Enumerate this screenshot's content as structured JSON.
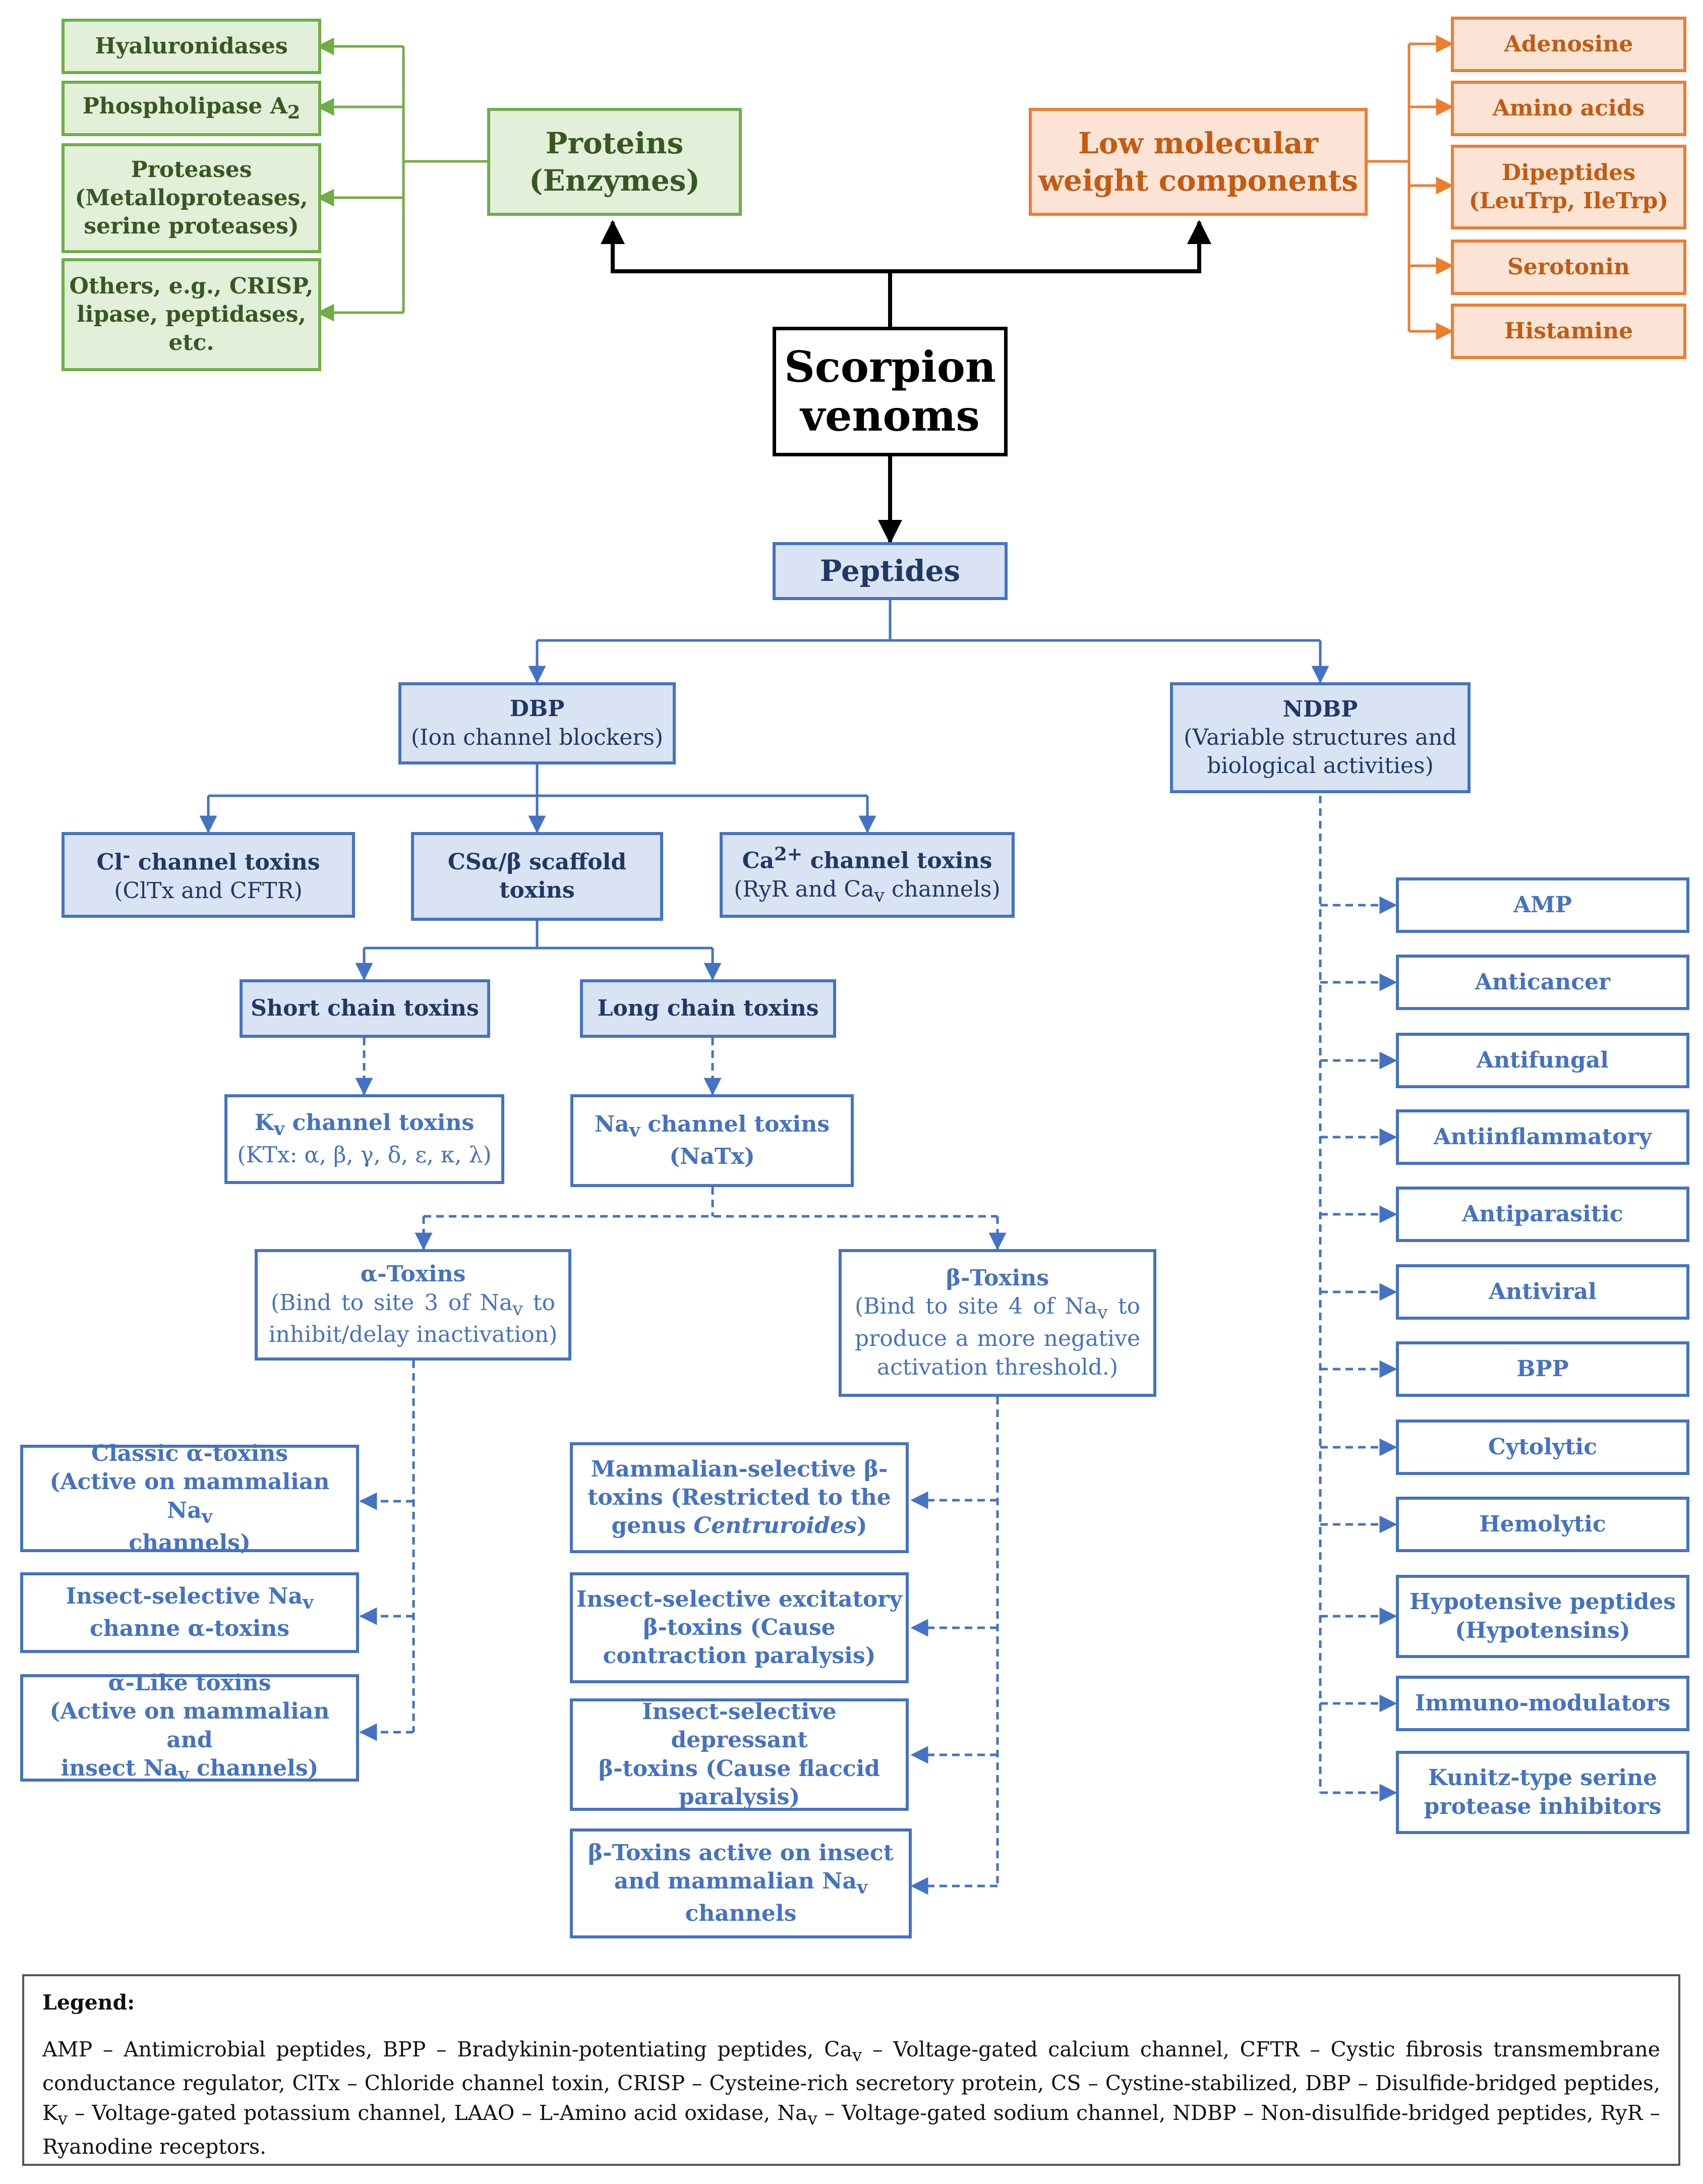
{
  "center": {
    "l1": "Scorpion",
    "l2": "venoms"
  },
  "proteins": {
    "title": {
      "l1": "Proteins",
      "l2": "(Enzymes)"
    },
    "items": {
      "hyaluronidases": "Hyaluronidases",
      "phospholipase": {
        "text": "Phospholipase A",
        "sub": "2"
      },
      "proteases": {
        "l1": "Proteases",
        "l2": "(Metalloproteases,",
        "l3": "serine proteases)"
      },
      "others": {
        "l1": "Others, e.g., CRISP,",
        "l2": "lipase, peptidases,",
        "l3": "etc."
      }
    }
  },
  "low_mw": {
    "title": {
      "l1": "Low molecular",
      "l2": "weight components"
    },
    "items": {
      "adenosine": "Adenosine",
      "amino_acids": "Amino acids",
      "dipeptides": {
        "l1": "Dipeptides",
        "l2": "(LeuTrp, IleTrp)"
      },
      "serotonin": "Serotonin",
      "histamine": "Histamine"
    }
  },
  "peptides": {
    "title": "Peptides",
    "dbp": {
      "title": "DBP",
      "subtitle": "(Ion channel blockers)"
    },
    "ndbp": {
      "title": "NDBP",
      "subtitle_l1": "(Variable structures and",
      "subtitle_l2": "biological activities)"
    },
    "cl": {
      "pre": "Cl",
      "sup": "-",
      "post": " channel toxins",
      "l2": "(ClTx and CFTR)"
    },
    "cs": {
      "l1": "CSα/β scaffold",
      "l2": "toxins"
    },
    "ca": {
      "pre": "Ca",
      "sup": "2+",
      "post": " channel toxins",
      "l2a": "(RyR and Ca",
      "l2sub": "v",
      "l2b": " channels)"
    },
    "short_chain": "Short chain toxins",
    "long_chain": "Long chain toxins",
    "kv": {
      "pre": "K",
      "sub": "v",
      "post": " channel toxins",
      "l2": "(KTx: α, β, γ, δ, ε, κ, λ)"
    },
    "nav": {
      "pre": "Na",
      "sub": "v",
      "post": " channel toxins",
      "l2": "(NaTx)"
    },
    "alpha": {
      "title": "α-Toxins",
      "l2a": "(Bind to site 3 of Na",
      "l2sub": "v",
      "l2b": " to",
      "l3": "inhibit/delay inactivation)"
    },
    "beta": {
      "title": "β-Toxins",
      "l2a": "(Bind to site 4 of Na",
      "l2sub": "v",
      "l2b": " to",
      "l3": "produce a more negative",
      "l4": "activation threshold.)"
    },
    "alpha_children": {
      "classic": {
        "l1": "Classic α-toxins",
        "l2a": "(Active on mammalian Na",
        "l2sub": "v",
        "l3": "channels)"
      },
      "insect": {
        "l1a": "Insect-selective Na",
        "l1sub": "v",
        "l2": "channe α-toxins"
      },
      "like": {
        "l1": "α-Like toxins",
        "l2": "(Active on mammalian and",
        "l3a": "insect Na",
        "l3sub": "v",
        "l3b": " channels)"
      }
    },
    "beta_children": {
      "mammalian": {
        "l1": "Mammalian-selective β-",
        "l2": "toxins (Restricted to the",
        "l3a": "genus ",
        "l3i": "Centruroides",
        "l3b": ")"
      },
      "excitatory": {
        "l1": "Insect-selective excitatory",
        "l2": "β-toxins (Cause",
        "l3": "contraction paralysis)"
      },
      "depressant": {
        "l1": "Insect-selective depressant",
        "l2": "β-toxins (Cause flaccid",
        "l3": "paralysis)"
      },
      "both": {
        "l1": "β-Toxins active on insect",
        "l2a": "and mammalian Na",
        "l2sub": "v",
        "l3": "channels"
      }
    },
    "ndbp_items": {
      "amp": "AMP",
      "anticancer": "Anticancer",
      "antifungal": "Antifungal",
      "antiinflammatory": "Antiinflammatory",
      "antiparasitic": "Antiparasitic",
      "antiviral": "Antiviral",
      "bpp": "BPP",
      "cytolytic": "Cytolytic",
      "hemolytic": "Hemolytic",
      "hypotensive": {
        "l1": "Hypotensive peptides",
        "l2": "(Hypotensins)"
      },
      "immuno": "Immuno-modulators",
      "kunitz": {
        "l1": "Kunitz-type serine",
        "l2": "protease inhibitors"
      }
    }
  },
  "legend": {
    "title": "Legend:",
    "p1": "AMP – Antimicrobial peptides, BPP – Bradykinin-potentiating peptides, Ca",
    "s1": "v",
    "p2": " – Voltage-gated calcium channel, CFTR – Cystic fibrosis transmembrane conductance regulator, ClTx – Chloride channel toxin, CRISP – Cysteine-rich secretory protein, CS – Cystine-stabilized, DBP – Disulfide-bridged peptides, K",
    "s2": "v",
    "p3": " – Voltage-gated potassium channel, LAAO – L-Amino acid oxidase, Na",
    "s3": "v",
    "p4": " – Voltage-gated sodium channel, NDBP – Non-disulfide-bridged peptides, RyR – Ryanodine receptors."
  },
  "colors": {
    "green_border": "#70ad47",
    "green_fill": "#e2efd9",
    "green_text": "#385723",
    "orange_border": "#ed7d31",
    "orange_fill": "#fbe4d5",
    "orange_text": "#c55a11",
    "blue_border": "#4472c4",
    "blue_fill": "#dae3f3",
    "blue_text": "#1f3864"
  }
}
